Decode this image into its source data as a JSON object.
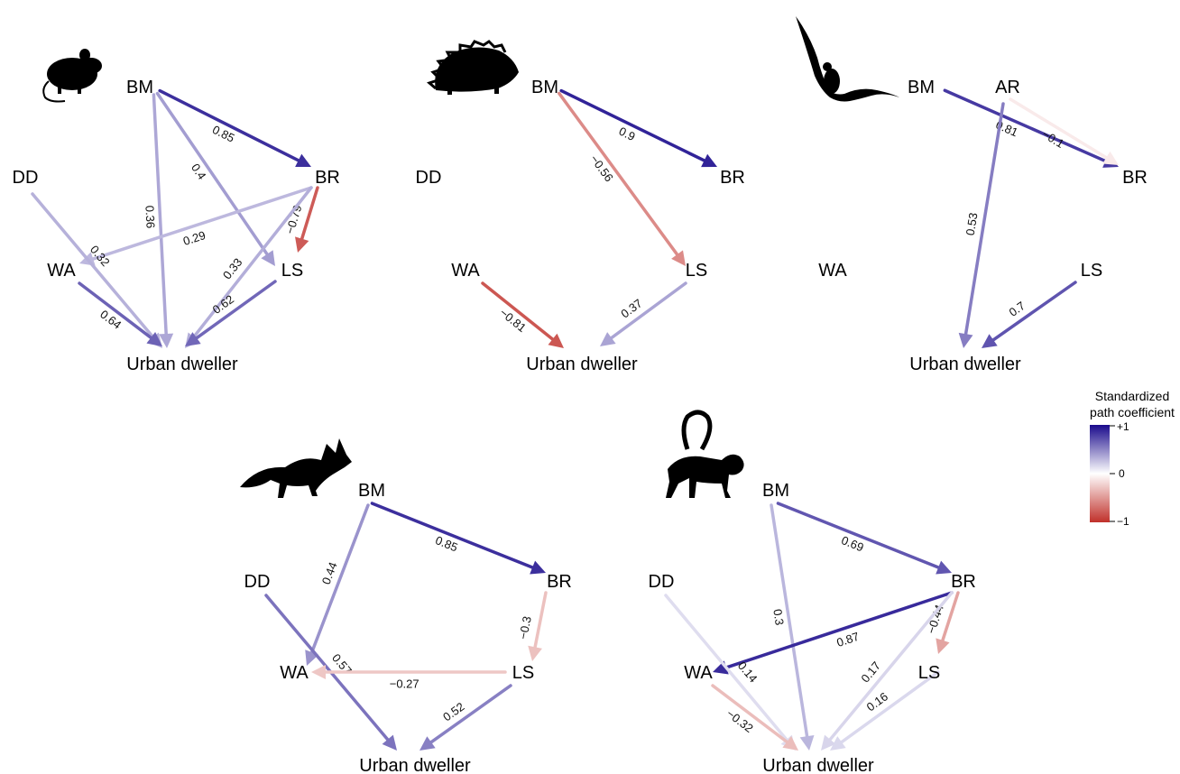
{
  "legend": {
    "title_line1": "Standardized",
    "title_line2": "path coefficient",
    "tick_max": "+1",
    "tick_mid": "0",
    "tick_min": "−1",
    "color_max": "#1a0a8c",
    "color_mid": "#ffffff",
    "color_min": "#c0302a"
  },
  "panels": [
    {
      "silhouette": "mouse-icon",
      "nodes": [
        {
          "id": "BM",
          "label": "BM"
        },
        {
          "id": "BR",
          "label": "BR"
        },
        {
          "id": "DD",
          "label": "DD"
        },
        {
          "id": "WA",
          "label": "WA"
        },
        {
          "id": "LS",
          "label": "LS"
        },
        {
          "id": "UD",
          "label": "Urban dweller"
        }
      ],
      "edges": [
        {
          "from": "BM",
          "to": "BR",
          "coef": 0.85,
          "label": "0.85"
        },
        {
          "from": "BM",
          "to": "LS",
          "coef": 0.4,
          "label": "0.4"
        },
        {
          "from": "BM",
          "to": "UD",
          "coef": 0.36,
          "label": "0.36"
        },
        {
          "from": "BR",
          "to": "WA",
          "coef": 0.29,
          "label": "0.29"
        },
        {
          "from": "BR",
          "to": "LS",
          "coef": -0.79,
          "label": "−0.79"
        },
        {
          "from": "BR",
          "to": "UD",
          "coef": 0.33,
          "label": "0.33"
        },
        {
          "from": "DD",
          "to": "UD",
          "coef": 0.32,
          "label": "0.32"
        },
        {
          "from": "WA",
          "to": "UD",
          "coef": 0.64,
          "label": "0.64"
        },
        {
          "from": "LS",
          "to": "UD",
          "coef": 0.62,
          "label": "0.62"
        }
      ]
    },
    {
      "silhouette": "hedgehog-icon",
      "nodes": [
        {
          "id": "BM",
          "label": "BM"
        },
        {
          "id": "BR",
          "label": "BR"
        },
        {
          "id": "DD",
          "label": "DD"
        },
        {
          "id": "WA",
          "label": "WA"
        },
        {
          "id": "LS",
          "label": "LS"
        },
        {
          "id": "UD",
          "label": "Urban dweller"
        }
      ],
      "edges": [
        {
          "from": "BM",
          "to": "BR",
          "coef": 0.9,
          "label": "0.9"
        },
        {
          "from": "BM",
          "to": "LS",
          "coef": -0.56,
          "label": "−0.56"
        },
        {
          "from": "WA",
          "to": "UD",
          "coef": -0.81,
          "label": "−0.81"
        },
        {
          "from": "LS",
          "to": "UD",
          "coef": 0.37,
          "label": "0.37"
        }
      ]
    },
    {
      "silhouette": "bat-icon",
      "nodes": [
        {
          "id": "BM",
          "label": "BM"
        },
        {
          "id": "AR",
          "label": "AR"
        },
        {
          "id": "BR",
          "label": "BR"
        },
        {
          "id": "WA",
          "label": "WA"
        },
        {
          "id": "LS",
          "label": "LS"
        },
        {
          "id": "UD",
          "label": "Urban dweller"
        }
      ],
      "edges": [
        {
          "from": "BM",
          "to": "BR",
          "coef": 0.81,
          "label": "0.81"
        },
        {
          "from": "AR",
          "to": "BR",
          "coef": -0.1,
          "label": "−0.1"
        },
        {
          "from": "AR",
          "to": "UD",
          "coef": 0.53,
          "label": "0.53"
        },
        {
          "from": "LS",
          "to": "UD",
          "coef": 0.7,
          "label": "0.7"
        }
      ]
    },
    {
      "silhouette": "fox-icon",
      "nodes": [
        {
          "id": "BM",
          "label": "BM"
        },
        {
          "id": "BR",
          "label": "BR"
        },
        {
          "id": "DD",
          "label": "DD"
        },
        {
          "id": "WA",
          "label": "WA"
        },
        {
          "id": "LS",
          "label": "LS"
        },
        {
          "id": "UD",
          "label": "Urban dweller"
        }
      ],
      "edges": [
        {
          "from": "BM",
          "to": "BR",
          "coef": 0.85,
          "label": "0.85"
        },
        {
          "from": "BM",
          "to": "WA",
          "coef": 0.44,
          "label": "0.44"
        },
        {
          "from": "BR",
          "to": "LS",
          "coef": -0.3,
          "label": "−0.3"
        },
        {
          "from": "DD",
          "to": "UD",
          "coef": 0.57,
          "label": "0.57"
        },
        {
          "from": "LS",
          "to": "WA",
          "coef": -0.27,
          "label": "−0.27"
        },
        {
          "from": "LS",
          "to": "UD",
          "coef": 0.52,
          "label": "0.52"
        }
      ]
    },
    {
      "silhouette": "monkey-icon",
      "nodes": [
        {
          "id": "BM",
          "label": "BM"
        },
        {
          "id": "BR",
          "label": "BR"
        },
        {
          "id": "DD",
          "label": "DD"
        },
        {
          "id": "WA",
          "label": "WA"
        },
        {
          "id": "LS",
          "label": "LS"
        },
        {
          "id": "UD",
          "label": "Urban dweller"
        }
      ],
      "edges": [
        {
          "from": "BM",
          "to": "BR",
          "coef": 0.69,
          "label": "0.69"
        },
        {
          "from": "BM",
          "to": "UD",
          "coef": 0.3,
          "label": "0.3"
        },
        {
          "from": "BR",
          "to": "WA",
          "coef": 0.87,
          "label": "0.87"
        },
        {
          "from": "BR",
          "to": "LS",
          "coef": -0.44,
          "label": "−0.44"
        },
        {
          "from": "BR",
          "to": "UD",
          "coef": 0.17,
          "label": "0.17"
        },
        {
          "from": "DD",
          "to": "UD",
          "coef": 0.14,
          "label": "0.14"
        },
        {
          "from": "WA",
          "to": "UD",
          "coef": -0.32,
          "label": "−0.32"
        },
        {
          "from": "LS",
          "to": "UD",
          "coef": 0.16,
          "label": "0.16"
        }
      ]
    }
  ]
}
